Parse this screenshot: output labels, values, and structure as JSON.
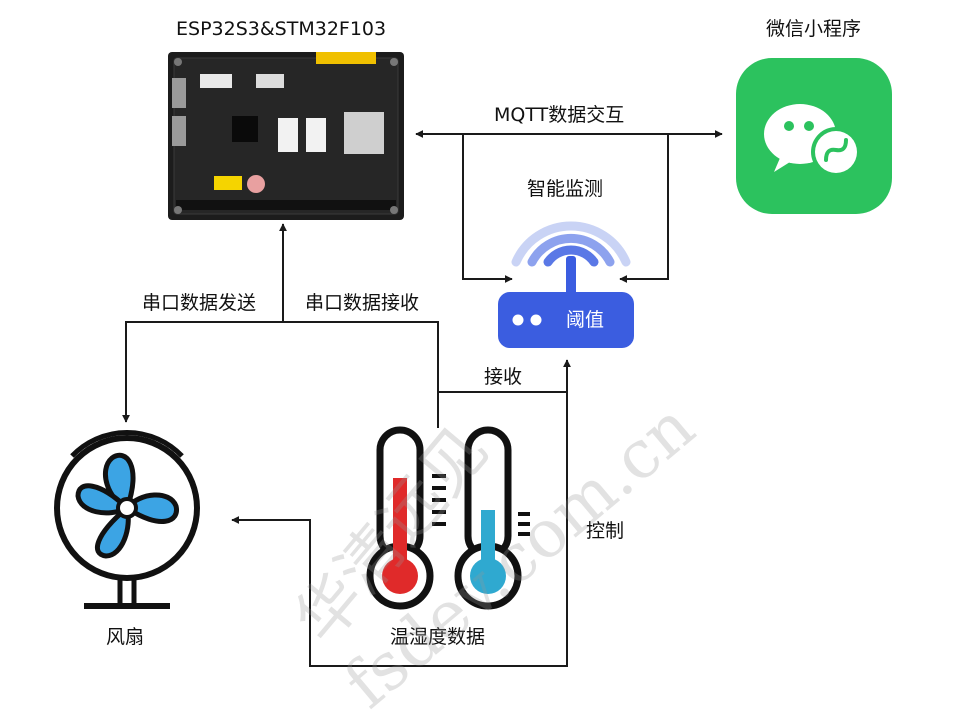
{
  "labels": {
    "board": "ESP32S3&STM32F103",
    "wechat": "微信小程序",
    "mqtt": "MQTT数据交互",
    "monitor": "智能监测",
    "threshold": "阈值",
    "serial_send": "串口数据发送",
    "serial_recv": "串口数据接收",
    "receive": "接收",
    "control": "控制",
    "fan": "风扇",
    "temp_humidity": "温湿度数据"
  },
  "watermark": {
    "cn": "华清远见",
    "url": "fsdev.com.cn"
  },
  "colors": {
    "line": "#1a1a1a",
    "wechat_green": "#2cc25e",
    "router_blue": "#3b5de0",
    "fan_blade": "#3ca4e4",
    "thermo_red": "#e02a2a",
    "thermo_blue": "#2fa9d0",
    "board_pcb": "#1c1c1c"
  }
}
